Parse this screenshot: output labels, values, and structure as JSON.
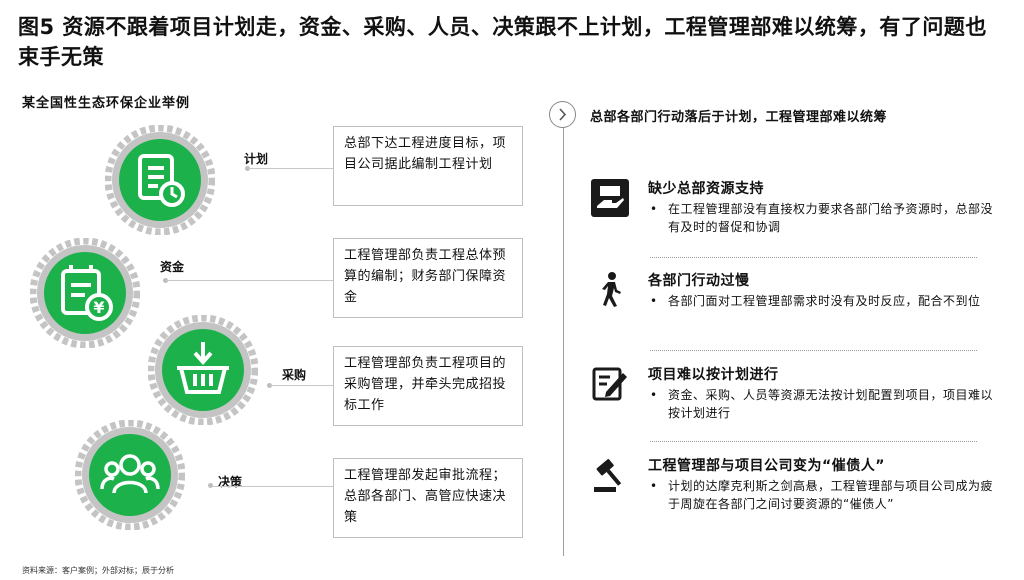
{
  "title": "图5 资源不跟着项目计划走，资金、采购、人员、决策跟不上计划，工程管理部难以统筹，有了问题也束手无策",
  "subtitle": "某全国性生态环保企业举例",
  "gears": [
    {
      "label": "计划",
      "icon": "schedule-document-icon",
      "text": "总部下达工程进度目标，项目公司据此编制工程计划"
    },
    {
      "label": "资金",
      "icon": "yen-invoice-icon",
      "text": "工程管理部负责工程总体预算的编制；财务部门保障资金"
    },
    {
      "label": "采购",
      "icon": "shopping-basket-icon",
      "text": "工程管理部负责工程项目的采购管理，并牵头完成招投标工作"
    },
    {
      "label": "决策",
      "icon": "people-group-icon",
      "text": "工程管理部发起审批流程；总部各部门、高管应快速决策"
    }
  ],
  "right": {
    "heading": "总部各部门行动落后于计划，工程管理部难以统筹",
    "items": [
      {
        "icon": "hand-resource-icon",
        "title": "缺少总部资源支持",
        "bullet": "在工程管理部没有直接权力要求各部门给予资源时，总部没有及时的督促和协调"
      },
      {
        "icon": "walking-person-icon",
        "title": "各部门行动过慢",
        "bullet": "各部门面对工程管理部需求时没有及时反应，配合不到位"
      },
      {
        "icon": "edit-note-icon",
        "title": "项目难以按计划进行",
        "bullet": "资金、采购、人员等资源无法按计划配置到项目，项目难以按计划进行"
      },
      {
        "icon": "gavel-icon",
        "title": "工程管理部与项目公司变为“催债人”",
        "bullet": "计划的达摩克利斯之剑高悬，工程管理部与项目公司成为疲于周旋在各部门之间讨要资源的“催债人”"
      }
    ]
  },
  "source": "资料来源：客户案例；外部对标；辰于分析",
  "colors": {
    "green": "#1db14b",
    "gear_gray": "#c4c4c4",
    "dark": "#1a1a1a"
  }
}
